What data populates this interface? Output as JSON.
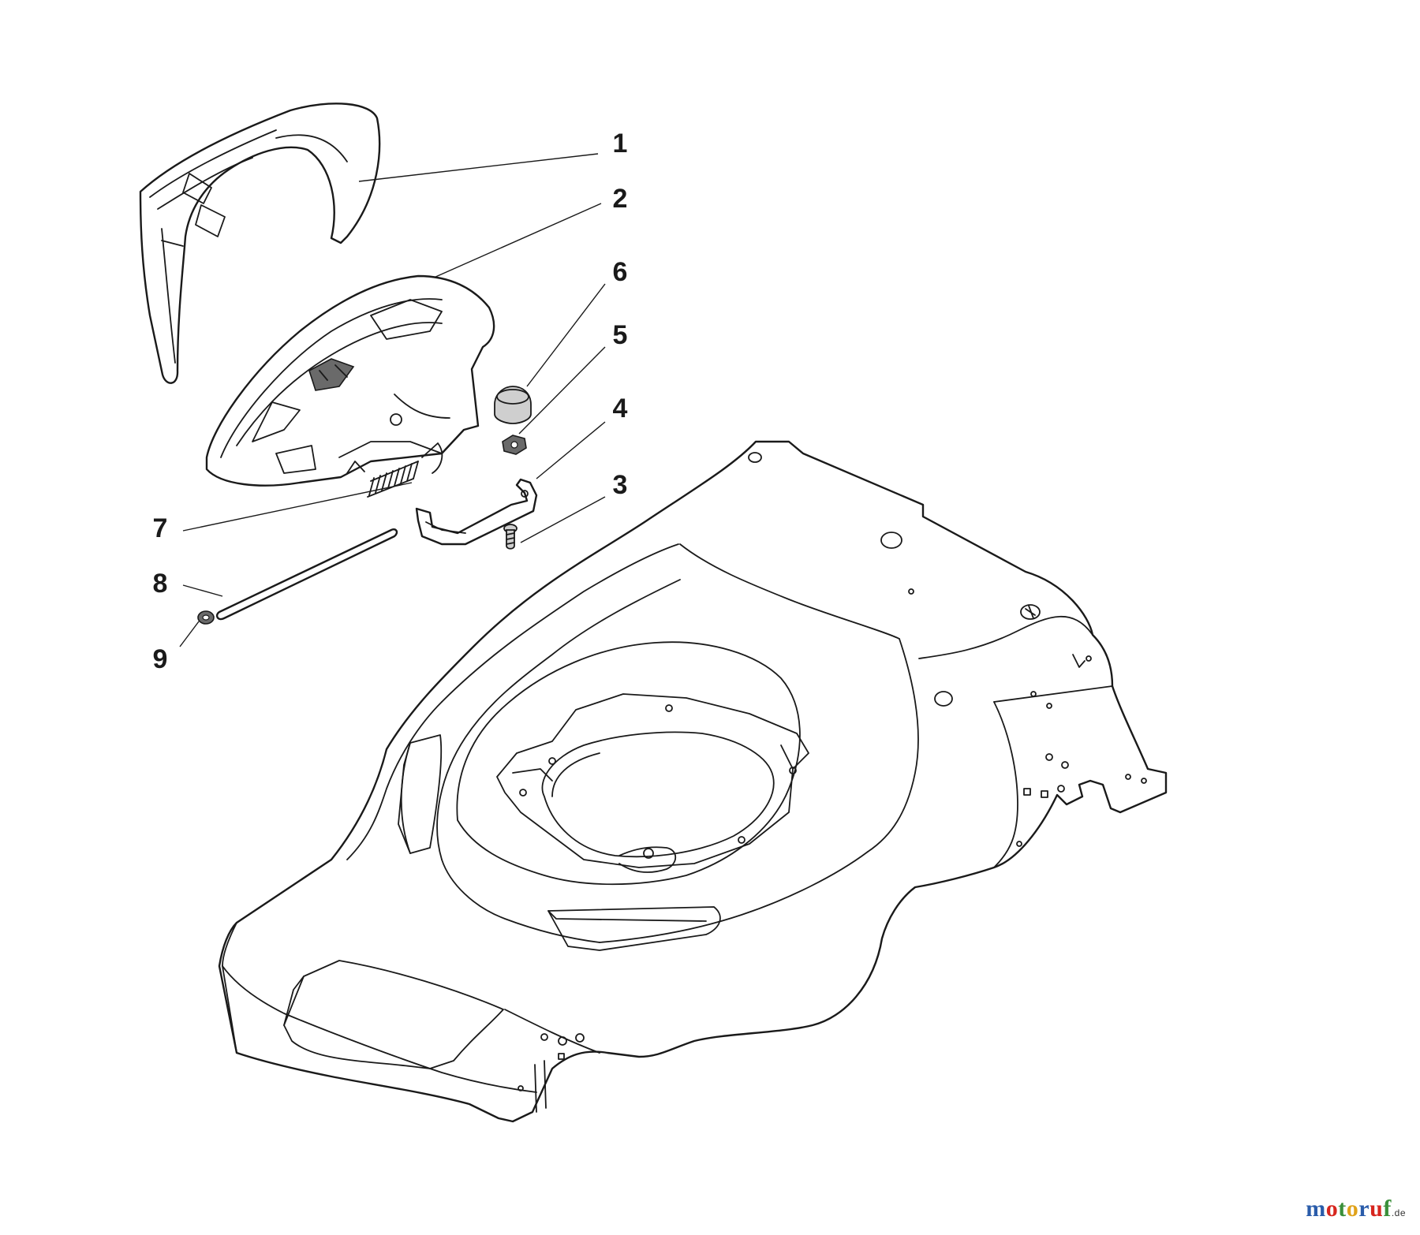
{
  "diagram": {
    "callouts": [
      "1",
      "2",
      "3",
      "4",
      "5",
      "6",
      "7",
      "8",
      "9"
    ]
  },
  "logo": {
    "letters": [
      "m",
      "o",
      "t",
      "o",
      "r",
      "u",
      "f"
    ],
    "suffix": ".de",
    "letter_colors": [
      "#2a5caa",
      "#d7261e",
      "#3a8f3a",
      "#e0a21a",
      "#2a5caa",
      "#d7261e",
      "#3a8f3a"
    ]
  }
}
